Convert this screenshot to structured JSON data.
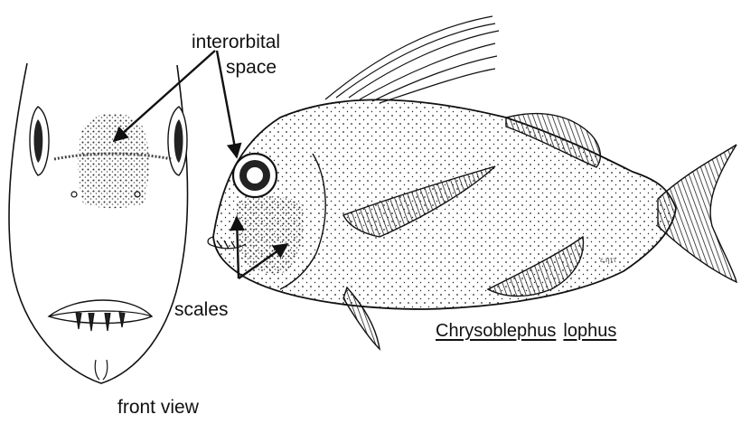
{
  "labels": {
    "interorbital_line1": "interorbital",
    "interorbital_line2": "space",
    "scales": "scales",
    "front_view": "front view",
    "species_genus": "Chrysoblephus",
    "species_epithet": "lophus"
  },
  "colors": {
    "ink": "#111111",
    "background": "#ffffff"
  }
}
